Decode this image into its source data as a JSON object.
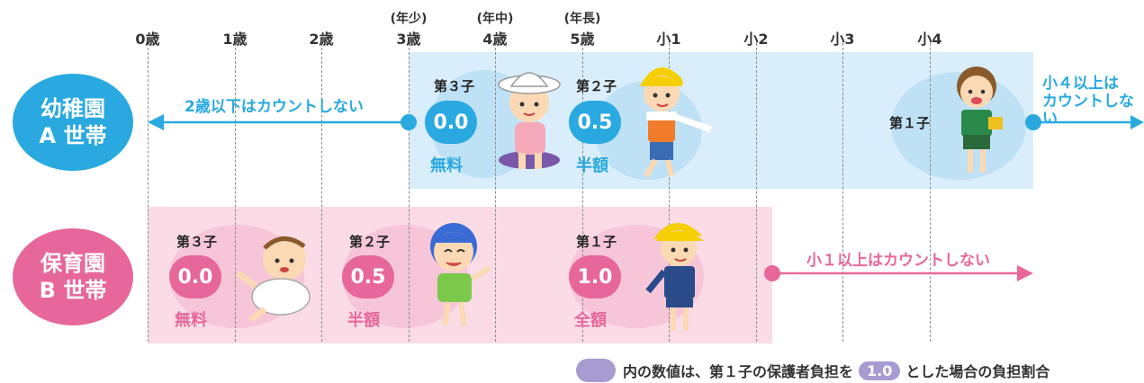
{
  "axis": {
    "ticks": [
      "0歳",
      "1歳",
      "2歳",
      "3歳",
      "4歳",
      "5歳",
      "小1",
      "小2",
      "小3",
      "小4"
    ],
    "sublabels": {
      "3": "(年少)",
      "4": "(年中)",
      "5": "(年長)"
    }
  },
  "kindergarten": {
    "title_line1": "幼稚園",
    "title_line2": "A 世帯",
    "left_note": "2歳以下はカウントしない",
    "right_note_line1": "小４以上は",
    "right_note_line2": "カウントしない",
    "children": [
      {
        "label": "第３子",
        "value": "0.0",
        "share": "無料"
      },
      {
        "label": "第２子",
        "value": "0.5",
        "share": "半額"
      },
      {
        "label": "第１子"
      }
    ]
  },
  "nursery": {
    "title_line1": "保育園",
    "title_line2": "B 世帯",
    "right_note": "小１以上はカウントしない",
    "children": [
      {
        "label": "第３子",
        "value": "0.0",
        "share": "無料"
      },
      {
        "label": "第２子",
        "value": "0.5",
        "share": "半額"
      },
      {
        "label": "第１子",
        "value": "1.0",
        "share": "全額"
      }
    ]
  },
  "legend": {
    "text_before": "内の数値は、第１子の保護者負担を",
    "value": "1.0",
    "text_after": "とした場合の負担割合"
  },
  "colors": {
    "blue": "#29a9e0",
    "pink": "#e7679a",
    "legend": "#a79bd1"
  },
  "icons": [
    "child-girl-hat-icon",
    "child-boy-cap-icon",
    "schoolgirl-icon",
    "baby-icon",
    "toddler-boy-icon",
    "schoolboy-icon"
  ]
}
